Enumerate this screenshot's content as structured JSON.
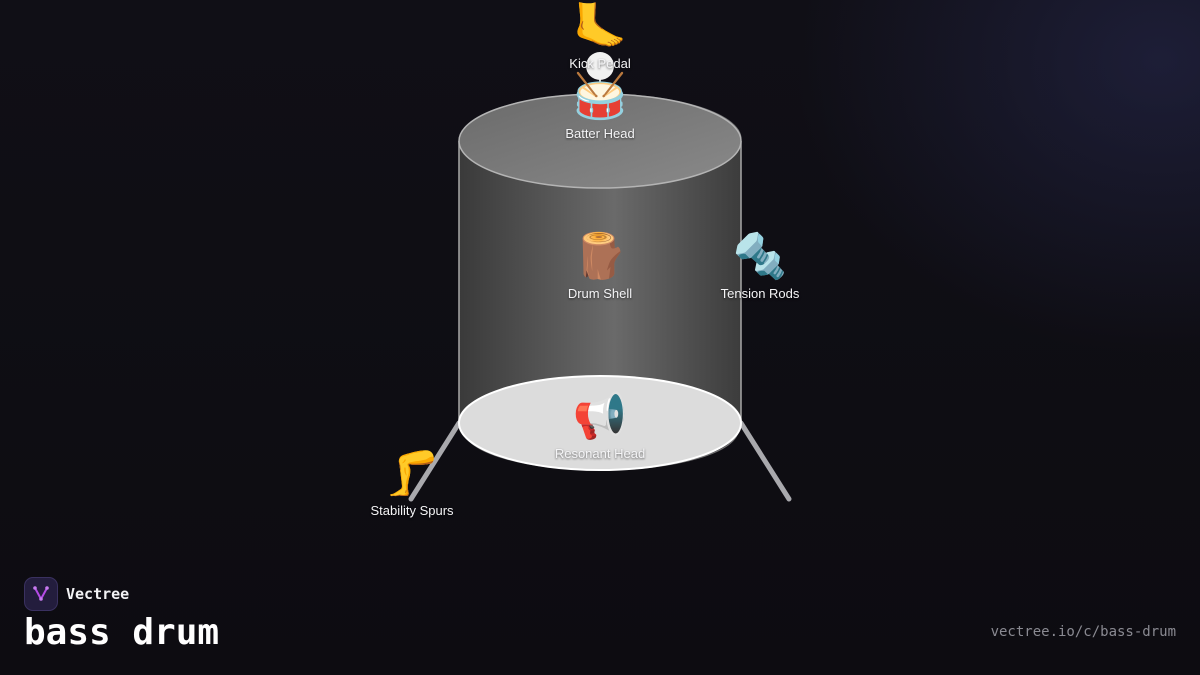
{
  "brand": {
    "name": "Vectree",
    "accent": "#b44be6"
  },
  "title": "bass drum",
  "url": "vectree.io/c/bass-drum",
  "parts": {
    "kick_pedal": {
      "label": "Kick Pedal",
      "emoji": "🦶",
      "icon": "foot-icon"
    },
    "batter_head": {
      "label": "Batter Head",
      "emoji": "🥁",
      "icon": "drum-icon"
    },
    "drum_shell": {
      "label": "Drum Shell",
      "emoji": "🪵",
      "icon": "wood-log-icon"
    },
    "tension_rods": {
      "label": "Tension Rods",
      "emoji": "🔩",
      "icon": "bolt-icon"
    },
    "resonant_head": {
      "label": "Resonant Head",
      "emoji": "📢",
      "icon": "loudspeaker-icon"
    },
    "stability_spurs": {
      "label": "Stability Spurs",
      "emoji": "🦵",
      "icon": "leg-icon"
    }
  }
}
